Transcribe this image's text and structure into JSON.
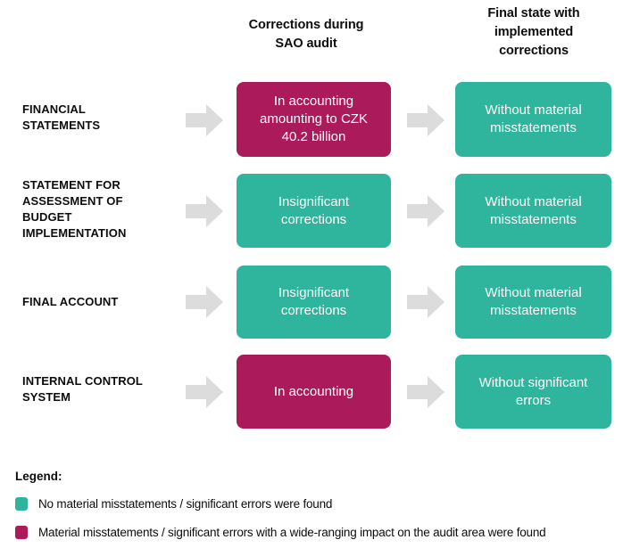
{
  "headers": {
    "middle": "Corrections during\nSAO audit",
    "right": "Final state with\nimplemented\ncorrections"
  },
  "colors": {
    "teal": "#2fb49d",
    "crimson": "#ab1a5b",
    "arrow_gray": "#dcdcdc",
    "text_dark": "#0d0d0d",
    "background": "#ffffff"
  },
  "rows": [
    {
      "label": "FINANCIAL\nSTATEMENTS",
      "middle": {
        "text": "In accounting\namounting to CZK\n40.2 billion",
        "status": "crimson"
      },
      "right": {
        "text": "Without material\nmisstatements",
        "status": "teal"
      },
      "arrow1": "arrow-right-icon",
      "arrow2": "arrow-right-icon"
    },
    {
      "label": "STATEMENT FOR\nASSESSMENT OF\nBUDGET\nIMPLEMENTATION",
      "middle": {
        "text": "Insignificant\ncorrections",
        "status": "teal"
      },
      "right": {
        "text": "Without material\nmisstatements",
        "status": "teal"
      },
      "arrow1": "arrow-right-icon",
      "arrow2": "arrow-right-icon"
    },
    {
      "label": "FINAL ACCOUNT",
      "middle": {
        "text": "Insignificant\ncorrections",
        "status": "teal"
      },
      "right": {
        "text": "Without material\nmisstatements",
        "status": "teal"
      },
      "arrow1": "arrow-right-icon",
      "arrow2": "arrow-right-icon"
    },
    {
      "label": "INTERNAL CONTROL\nSYSTEM",
      "middle": {
        "text": "In accounting",
        "status": "crimson"
      },
      "right": {
        "text": "Without significant\nerrors",
        "status": "teal"
      },
      "arrow1": "arrow-right-icon",
      "arrow2": "arrow-right-icon"
    }
  ],
  "legend": {
    "title": "Legend:",
    "items": [
      {
        "swatch": "teal",
        "text": "No material misstatements / significant errors were found"
      },
      {
        "swatch": "crimson",
        "text": "Material misstatements / significant errors with a wide-ranging impact on the audit area were found"
      }
    ]
  }
}
